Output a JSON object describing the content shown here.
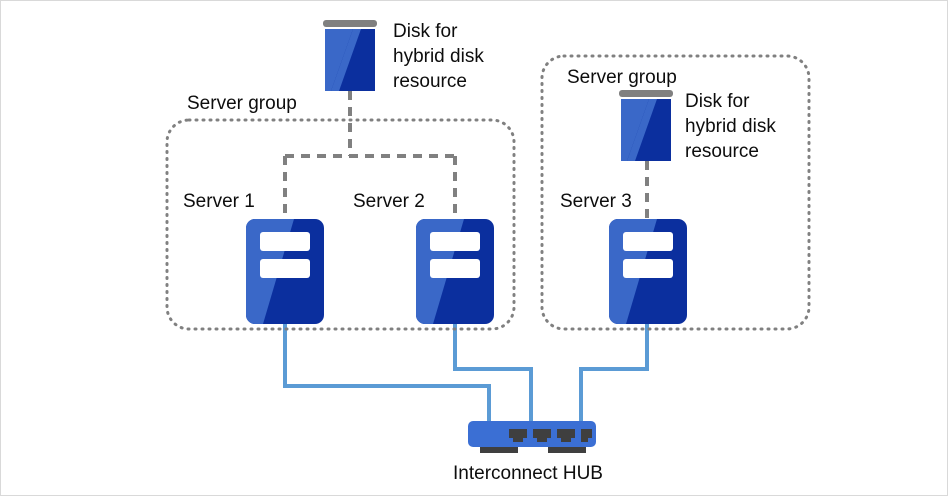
{
  "diagram": {
    "title": "Hybrid disk resource server group configuration",
    "background_color": "#ffffff",
    "border_color": "#d9d9d9",
    "labels": {
      "server_group_left": "Server group",
      "server_group_right": "Server group",
      "server1": "Server 1",
      "server2": "Server 2",
      "server3": "Server 3",
      "disk_left": "Disk for\nhybrid disk\nresource",
      "disk_right": "Disk for\nhybrid disk\nresource",
      "hub": "Interconnect HUB"
    },
    "colors": {
      "server_light_blue": "#3a68c8",
      "server_dark_blue": "#0b2f9e",
      "disk_light_blue": "#3a68c8",
      "disk_dark_blue": "#0b2f9e",
      "disk_cap_gray": "#808080",
      "network_line_blue": "#5b9bd5",
      "hub_body_blue": "#3b6fd4",
      "hub_port_dark": "#3f3f3f",
      "hub_foot_dark": "#3f3f3f",
      "dotted_group_gray": "#808080",
      "dashed_link_gray": "#808080",
      "text": "#0d0d0d"
    },
    "groups": [
      {
        "name": "server-group-left",
        "label": "Server group",
        "members": [
          "Server 1",
          "Server 2"
        ],
        "shared_disk": "Disk for hybrid disk resource",
        "disk_inside_group": false
      },
      {
        "name": "server-group-right",
        "label": "Server group",
        "members": [
          "Server 3"
        ],
        "shared_disk": "Disk for hybrid disk resource",
        "disk_inside_group": true
      }
    ],
    "hub": {
      "label": "Interconnect HUB",
      "port_count": 4,
      "connected_servers": [
        "Server 1",
        "Server 2",
        "Server 3"
      ]
    }
  }
}
